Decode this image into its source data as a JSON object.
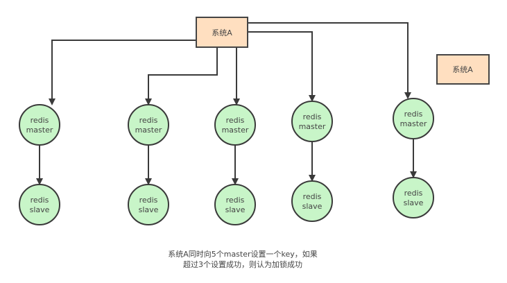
{
  "system_box": {
    "label": "系统A"
  },
  "legend_box": {
    "label": "系统A"
  },
  "masters": [
    {
      "line1": "redis",
      "line2": "master"
    },
    {
      "line1": "redis",
      "line2": "master"
    },
    {
      "line1": "redis",
      "line2": "master"
    },
    {
      "line1": "redis",
      "line2": "master"
    },
    {
      "line1": "redis",
      "line2": "master"
    }
  ],
  "slaves": [
    {
      "line1": "redis",
      "line2": "slave"
    },
    {
      "line1": "redis",
      "line2": "slave"
    },
    {
      "line1": "redis",
      "line2": "slave"
    },
    {
      "line1": "redis",
      "line2": "slave"
    },
    {
      "line1": "redis",
      "line2": "slave"
    }
  ],
  "caption": {
    "line1": "系统A同时向5个master设置一个key，如果",
    "line2": "超过3个设置成功，则认为加锁成功"
  },
  "colors": {
    "box": "#ffdfc0",
    "node": "#c8f5c8",
    "stroke": "#3a3a3a"
  }
}
